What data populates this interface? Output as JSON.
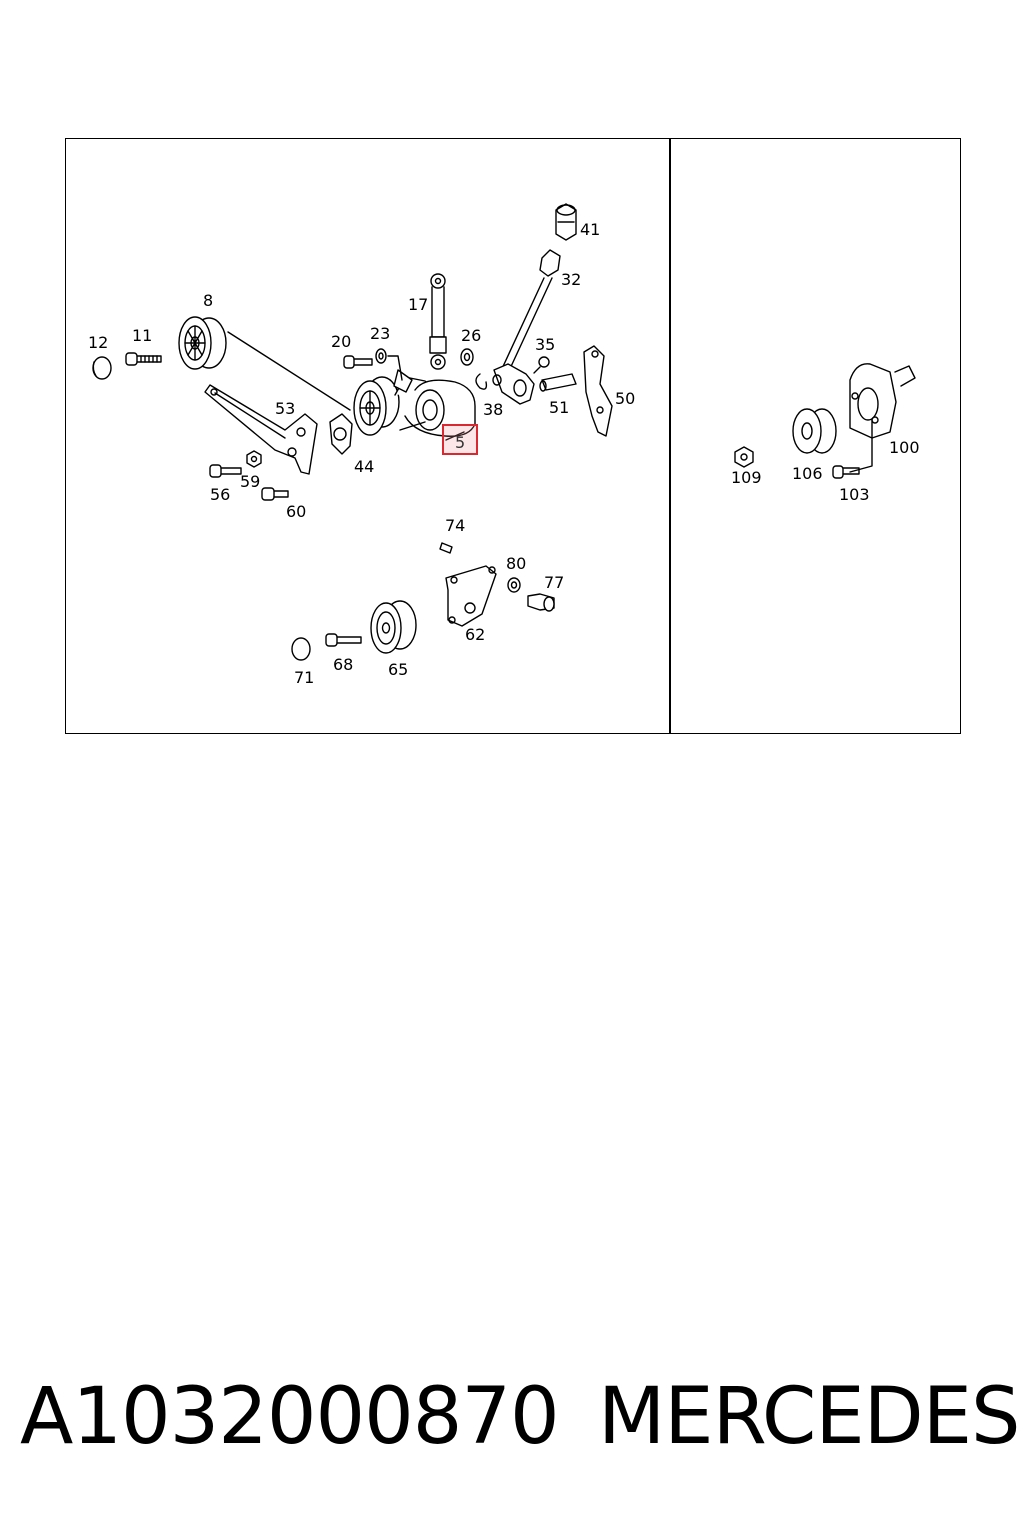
{
  "diagram": {
    "callouts": {
      "c12": "12",
      "c11": "11",
      "c8": "8",
      "c53": "53",
      "c20": "20",
      "c23": "23",
      "c17": "17",
      "c26": "26",
      "c41": "41",
      "c32": "32",
      "c35": "35",
      "c38": "38",
      "c51": "51",
      "c50": "50",
      "c44": "44",
      "c56": "56",
      "c59": "59",
      "c60": "60",
      "c74": "74",
      "c80": "80",
      "c77": "77",
      "c62": "62",
      "c71": "71",
      "c68": "68",
      "c65": "65",
      "c100": "100",
      "c109": "109",
      "c106": "106",
      "c103": "103"
    },
    "selected_callout": "5",
    "highlight_color": "#d9282f"
  },
  "footer": {
    "part_number": "A1032000870",
    "brand": "MERCEDES"
  }
}
